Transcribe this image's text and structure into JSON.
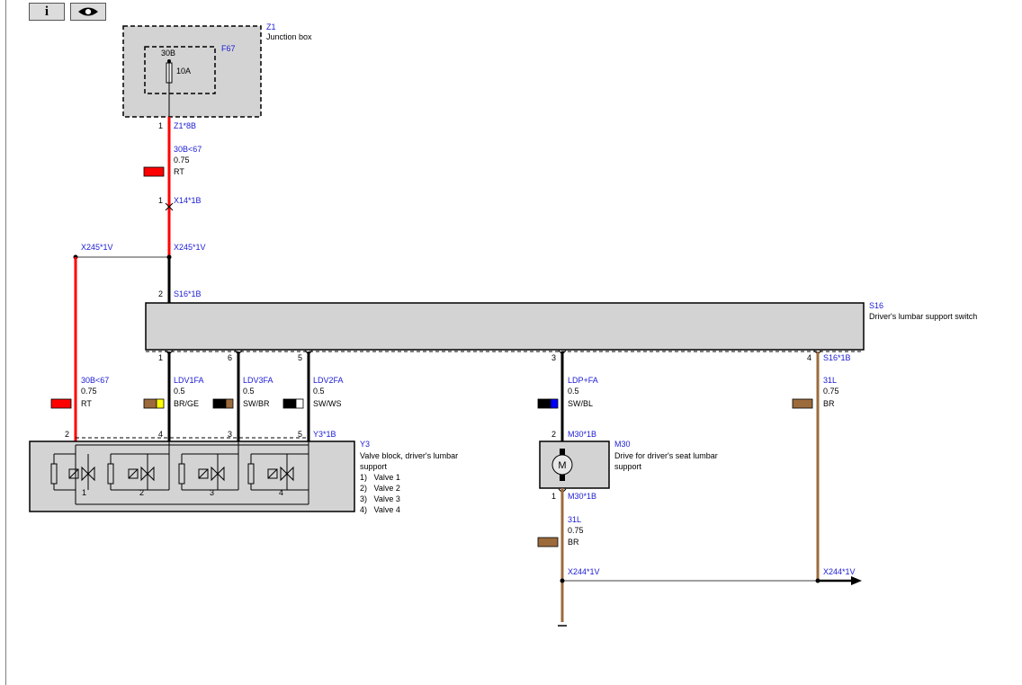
{
  "toolbar": {
    "info_icon": "info-icon",
    "view_icon": "eye-icon",
    "info_glyph": "i"
  },
  "colors": {
    "red": "#ff0000",
    "brown": "#9c6b3c",
    "black": "#000000",
    "link_blue": "#1a1ad6",
    "component_fill": "#d3d3d3"
  },
  "components": {
    "z1": {
      "id": "Z1",
      "name": "Junction box"
    },
    "f67": {
      "id": "F67",
      "terminal": "30B",
      "rating": "10A"
    },
    "s16": {
      "id": "S16",
      "name": "Driver's lumbar support switch"
    },
    "y3": {
      "id": "Y3",
      "name_line1": "Valve block, driver's lumbar",
      "name_line2": "support",
      "valves": [
        "1)   Valve 1",
        "2)   Valve 2",
        "3)   Valve 3",
        "4)   Valve 4"
      ],
      "valve_numbers": [
        "1",
        "2",
        "3",
        "4"
      ]
    },
    "m30": {
      "id": "M30",
      "name_line1": "Drive for driver's seat lumbar",
      "name_line2": "support",
      "symbol": "M"
    }
  },
  "connectors": {
    "z1_8b": "Z1*8B",
    "x14_1b": "X14*1B",
    "x245_left": "X245*1V",
    "x245_right": "X245*1V",
    "s16_top": "S16*1B",
    "s16_right": "S16*1B",
    "y3_1b": "Y3*1B",
    "m30_top": "M30*1B",
    "m30_bottom": "M30*1B",
    "x244_left": "X244*1V",
    "x244_right": "X244*1V"
  },
  "pins": {
    "z1": "1",
    "x14": "1",
    "s16_top": "2",
    "s16_ldv1": "1",
    "s16_ldv3": "6",
    "s16_ldv2": "5",
    "s16_ldp": "3",
    "s16_31l": "4",
    "y3_30b": "2",
    "y3_ldv1": "4",
    "y3_ldv3": "3",
    "y3_ldv2": "5",
    "m30_top": "2",
    "m30_bottom": "1"
  },
  "wires": {
    "w_30b_top": {
      "signal": "30B<67",
      "size": "0.75",
      "color": "RT"
    },
    "w_30b_left": {
      "signal": "30B<67",
      "size": "0.75",
      "color": "RT"
    },
    "w_ldv1": {
      "signal": "LDV1FA",
      "size": "0.5",
      "color": "BR/GE"
    },
    "w_ldv3": {
      "signal": "LDV3FA",
      "size": "0.5",
      "color": "SW/BR"
    },
    "w_ldv2": {
      "signal": "LDV2FA",
      "size": "0.5",
      "color": "SW/WS"
    },
    "w_ldp": {
      "signal": "LDP+FA",
      "size": "0.5",
      "color": "SW/BL"
    },
    "w_31l_s16": {
      "signal": "31L",
      "size": "0.75",
      "color": "BR"
    },
    "w_31l_m30": {
      "signal": "31L",
      "size": "0.75",
      "color": "BR"
    }
  }
}
